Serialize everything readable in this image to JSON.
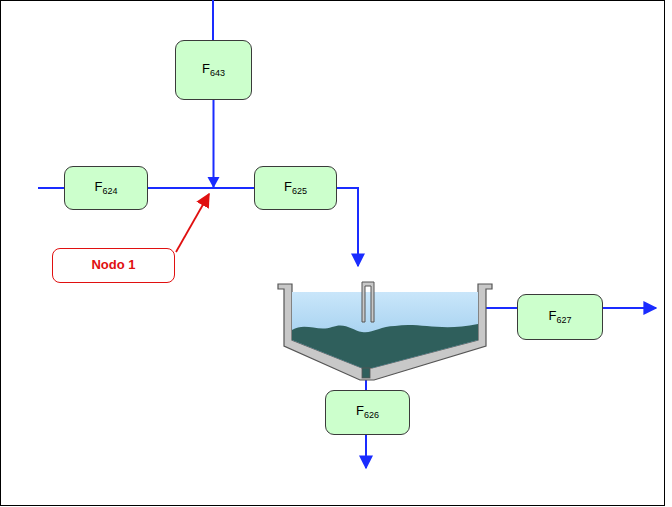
{
  "diagram": {
    "nodes": [
      {
        "text": [
          "F643"
        ]
      },
      {
        "text": [
          "F624"
        ]
      },
      {
        "text": [
          "F625"
        ]
      },
      {
        "text": [
          "Nodo 1"
        ]
      },
      {
        "text": [
          "F627"
        ]
      },
      {
        "text": [
          "F626"
        ]
      }
    ],
    "edges": [
      {
        "from": 1,
        "to": 2,
        "arrow": "none"
      },
      {
        "from": 0,
        "to": 2,
        "arrow": "to"
      }
    ]
  }
}
